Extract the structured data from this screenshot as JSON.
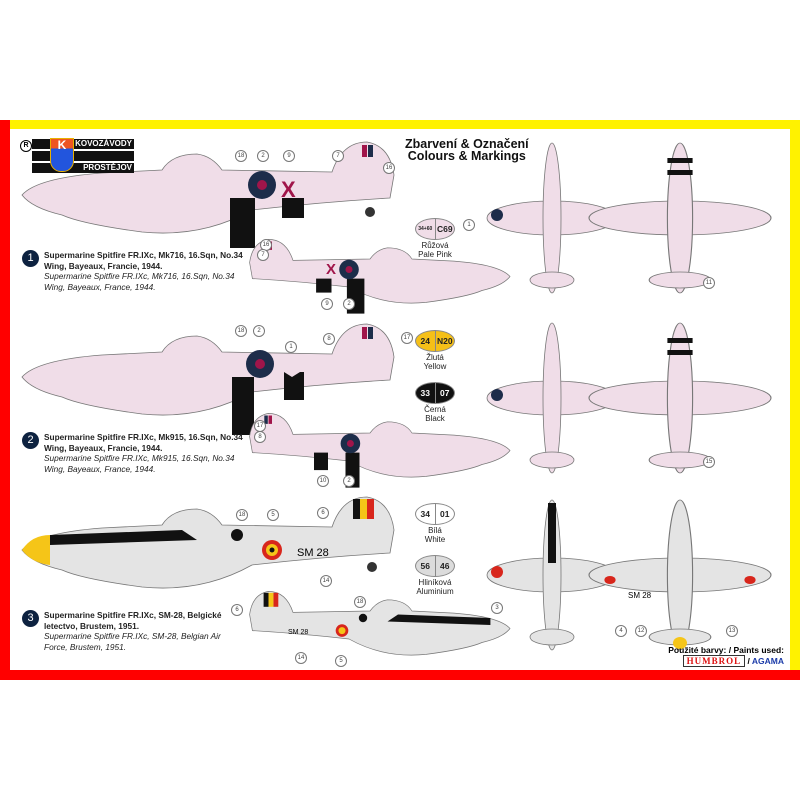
{
  "brand": {
    "registered": "R",
    "letter": "K",
    "line1": "KOVOZÁVODY",
    "line2": "PROSTĚJOV"
  },
  "title": {
    "cz": "Zbarvení & Označení",
    "en": "Colours & Markings"
  },
  "schemes": [
    {
      "number": "1",
      "cz": "Supermarine Spitfire FR.IXc, Mk716, 16.Sqn, No.34 Wing, Bayeaux, Francie, 1944.",
      "en": "Supermarine Spitfire FR.IXc, Mk716, 16.Sqn, No.34 Wing, Bayeaux, France, 1944.",
      "base_color": "#f0dde8"
    },
    {
      "number": "2",
      "cz": "Supermarine Spitfire FR.IXc, Mk915, 16.Sqn, No.34 Wing, Bayeaux, Francie, 1944.",
      "en": "Supermarine Spitfire FR.IXc, Mk915, 16.Sqn, No.34 Wing, Bayeaux, France, 1944.",
      "base_color": "#f0dde8"
    },
    {
      "number": "3",
      "cz": "Supermarine Spitfire FR.IXc, SM-28, Belgické letectvo, Brustem, 1951.",
      "en": "Supermarine Spitfire FR.IXc, SM-28, Belgian Air Force, Brustem, 1951.",
      "base_color": "#e4e4e4",
      "code": "SM 28",
      "code_small": "SM 28",
      "code_under": "SM 28"
    }
  ],
  "paints": [
    {
      "humbrol": "34+60",
      "agama": "C69",
      "cz": "Růžová",
      "en": "Pale Pink",
      "color": "#f0dde8"
    },
    {
      "humbrol": "24",
      "agama": "N20",
      "cz": "Žlutá",
      "en": "Yellow",
      "color": "#f5c018"
    },
    {
      "humbrol": "33",
      "agama": "07",
      "cz": "Černá",
      "en": "Black",
      "color": "#111111"
    },
    {
      "humbrol": "34",
      "agama": "01",
      "cz": "Bílá",
      "en": "White",
      "color": "#ffffff"
    },
    {
      "humbrol": "56",
      "agama": "46",
      "cz": "Hliníková",
      "en": "Aluminium",
      "color": "#dcdcdc"
    }
  ],
  "callouts": {
    "s1_big": [
      "18",
      "2",
      "9",
      "7",
      "16"
    ],
    "s1_small": [
      "16",
      "7",
      "9",
      "2"
    ],
    "s1_top": [
      "1",
      "11"
    ],
    "s2_big": [
      "18",
      "2",
      "1",
      "8",
      "17"
    ],
    "s2_small": [
      "17",
      "8",
      "10",
      "2"
    ],
    "s2_top": [
      "15"
    ],
    "s3_big": [
      "18",
      "5",
      "6",
      "14"
    ],
    "s3_small": [
      "6",
      "18",
      "14",
      "5"
    ],
    "s3_top": [
      "3",
      "4",
      "12",
      "13"
    ]
  },
  "footer": {
    "paints_used": "Použité barvy: / Paints used:",
    "humbrol": "HUMBROL",
    "sep": "/",
    "agama": "AGAMA"
  },
  "colors": {
    "red": "#ff0000",
    "yellow": "#fff200",
    "roundel_blue": "#1d2d4a",
    "roundel_red": "#a0154a",
    "belgian_red": "#d8261c",
    "belgian_yellow": "#f5c518"
  }
}
